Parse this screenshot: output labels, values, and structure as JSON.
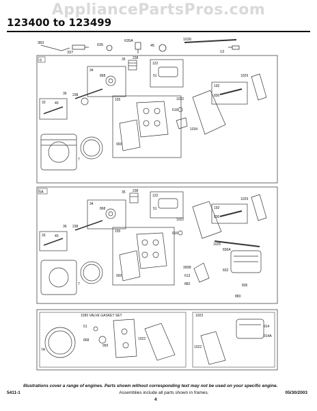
{
  "watermark": "AppliancePartsPros.com",
  "title": "123400 to 123499",
  "top_labels": [
    "383",
    "337",
    "635",
    "635A",
    "45",
    "1026",
    "13"
  ],
  "section1": {
    "label": "6",
    "parts": [
      "35",
      "238",
      "34",
      "868",
      "122",
      "51",
      "1029",
      "192",
      "830",
      "1022",
      "619",
      "1034",
      "36",
      "238",
      "33",
      "40",
      "155",
      "993",
      "7"
    ]
  },
  "section2": {
    "label": "5A",
    "parts": [
      "35",
      "238",
      "122",
      "34",
      "868",
      "51",
      "1022",
      "192",
      "830",
      "1029",
      "36",
      "238",
      "619",
      "33",
      "40",
      "155",
      "1026",
      "993",
      "300B",
      "613",
      "883",
      "836A",
      "832",
      "836",
      "883",
      "7"
    ]
  },
  "section3": {
    "kit1_label": "1095 VALVE GASKET SET",
    "kit2_label": "1023",
    "parts": [
      "7A",
      "51",
      "868",
      "993",
      "1022",
      "1022",
      "914",
      "914A"
    ]
  },
  "footnote": "Illustrations cover a range of engines. Parts shown without corresponding text may not be used on your specific engine.",
  "footer": {
    "left": "5411-1",
    "middle": "Assemblies include all parts shown in frames.",
    "right": "05/30/2003",
    "page": "4"
  }
}
